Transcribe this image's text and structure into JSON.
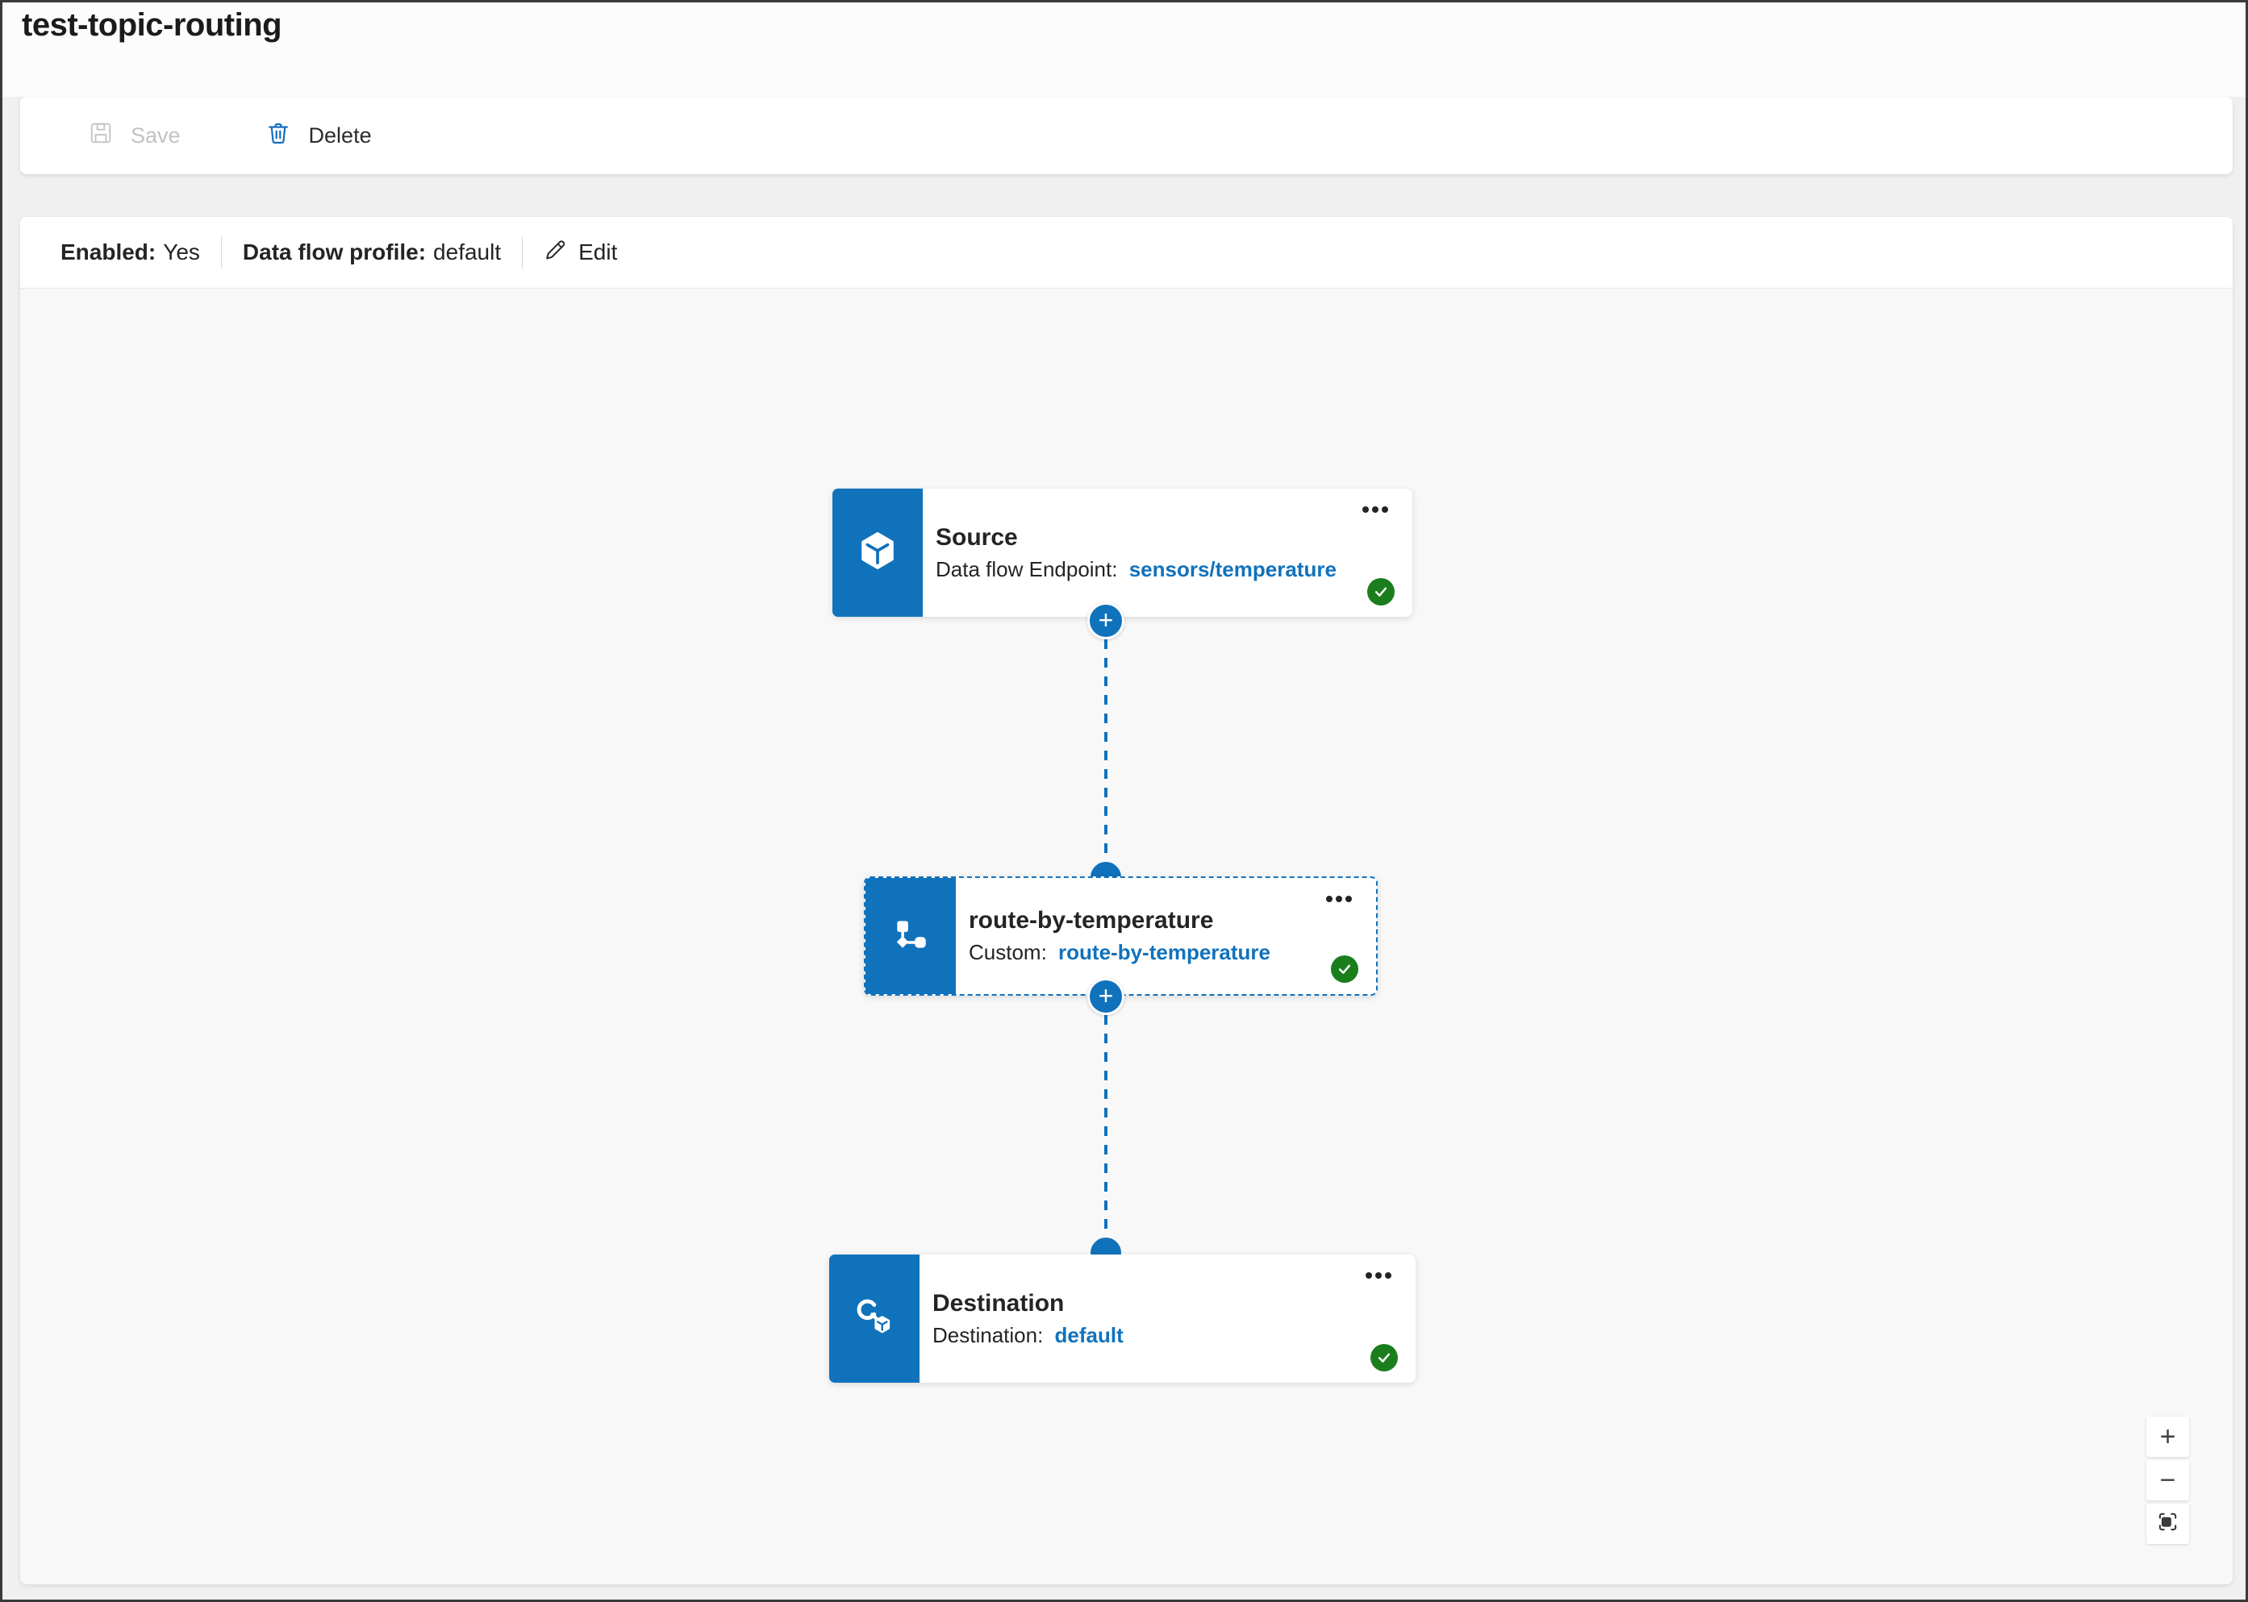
{
  "page": {
    "title": "test-topic-routing"
  },
  "toolbar": {
    "save_label": "Save",
    "delete_label": "Delete"
  },
  "status_bar": {
    "enabled_label": "Enabled:",
    "enabled_value": "Yes",
    "profile_label": "Data flow profile:",
    "profile_value": "default",
    "edit_label": "Edit"
  },
  "flow": {
    "add_button_label": "+",
    "nodes": [
      {
        "id": "source",
        "icon": "source-cube-icon",
        "title": "Source",
        "subtitle_label": "Data flow Endpoint:",
        "subtitle_value": "sensors/temperature",
        "status": "valid",
        "selected": false
      },
      {
        "id": "transform",
        "icon": "transform-graph-icon",
        "title": "route-by-temperature",
        "subtitle_label": "Custom:",
        "subtitle_value": "route-by-temperature",
        "status": "valid",
        "selected": true
      },
      {
        "id": "destination",
        "icon": "destination-target-icon",
        "title": "Destination",
        "subtitle_label": "Destination:",
        "subtitle_value": "default",
        "status": "valid",
        "selected": false
      }
    ]
  },
  "zoom_controls": {
    "zoom_in_label": "+",
    "zoom_out_label": "−",
    "fit_view_icon": "fit-view-icon"
  },
  "colors": {
    "brand_blue": "#1172bc",
    "link_blue": "#1172bc",
    "success_green": "#1b7e1d",
    "text": "#242424",
    "disabled_gray": "#c6c6c6",
    "canvas_bg": "#f8f8f8"
  }
}
